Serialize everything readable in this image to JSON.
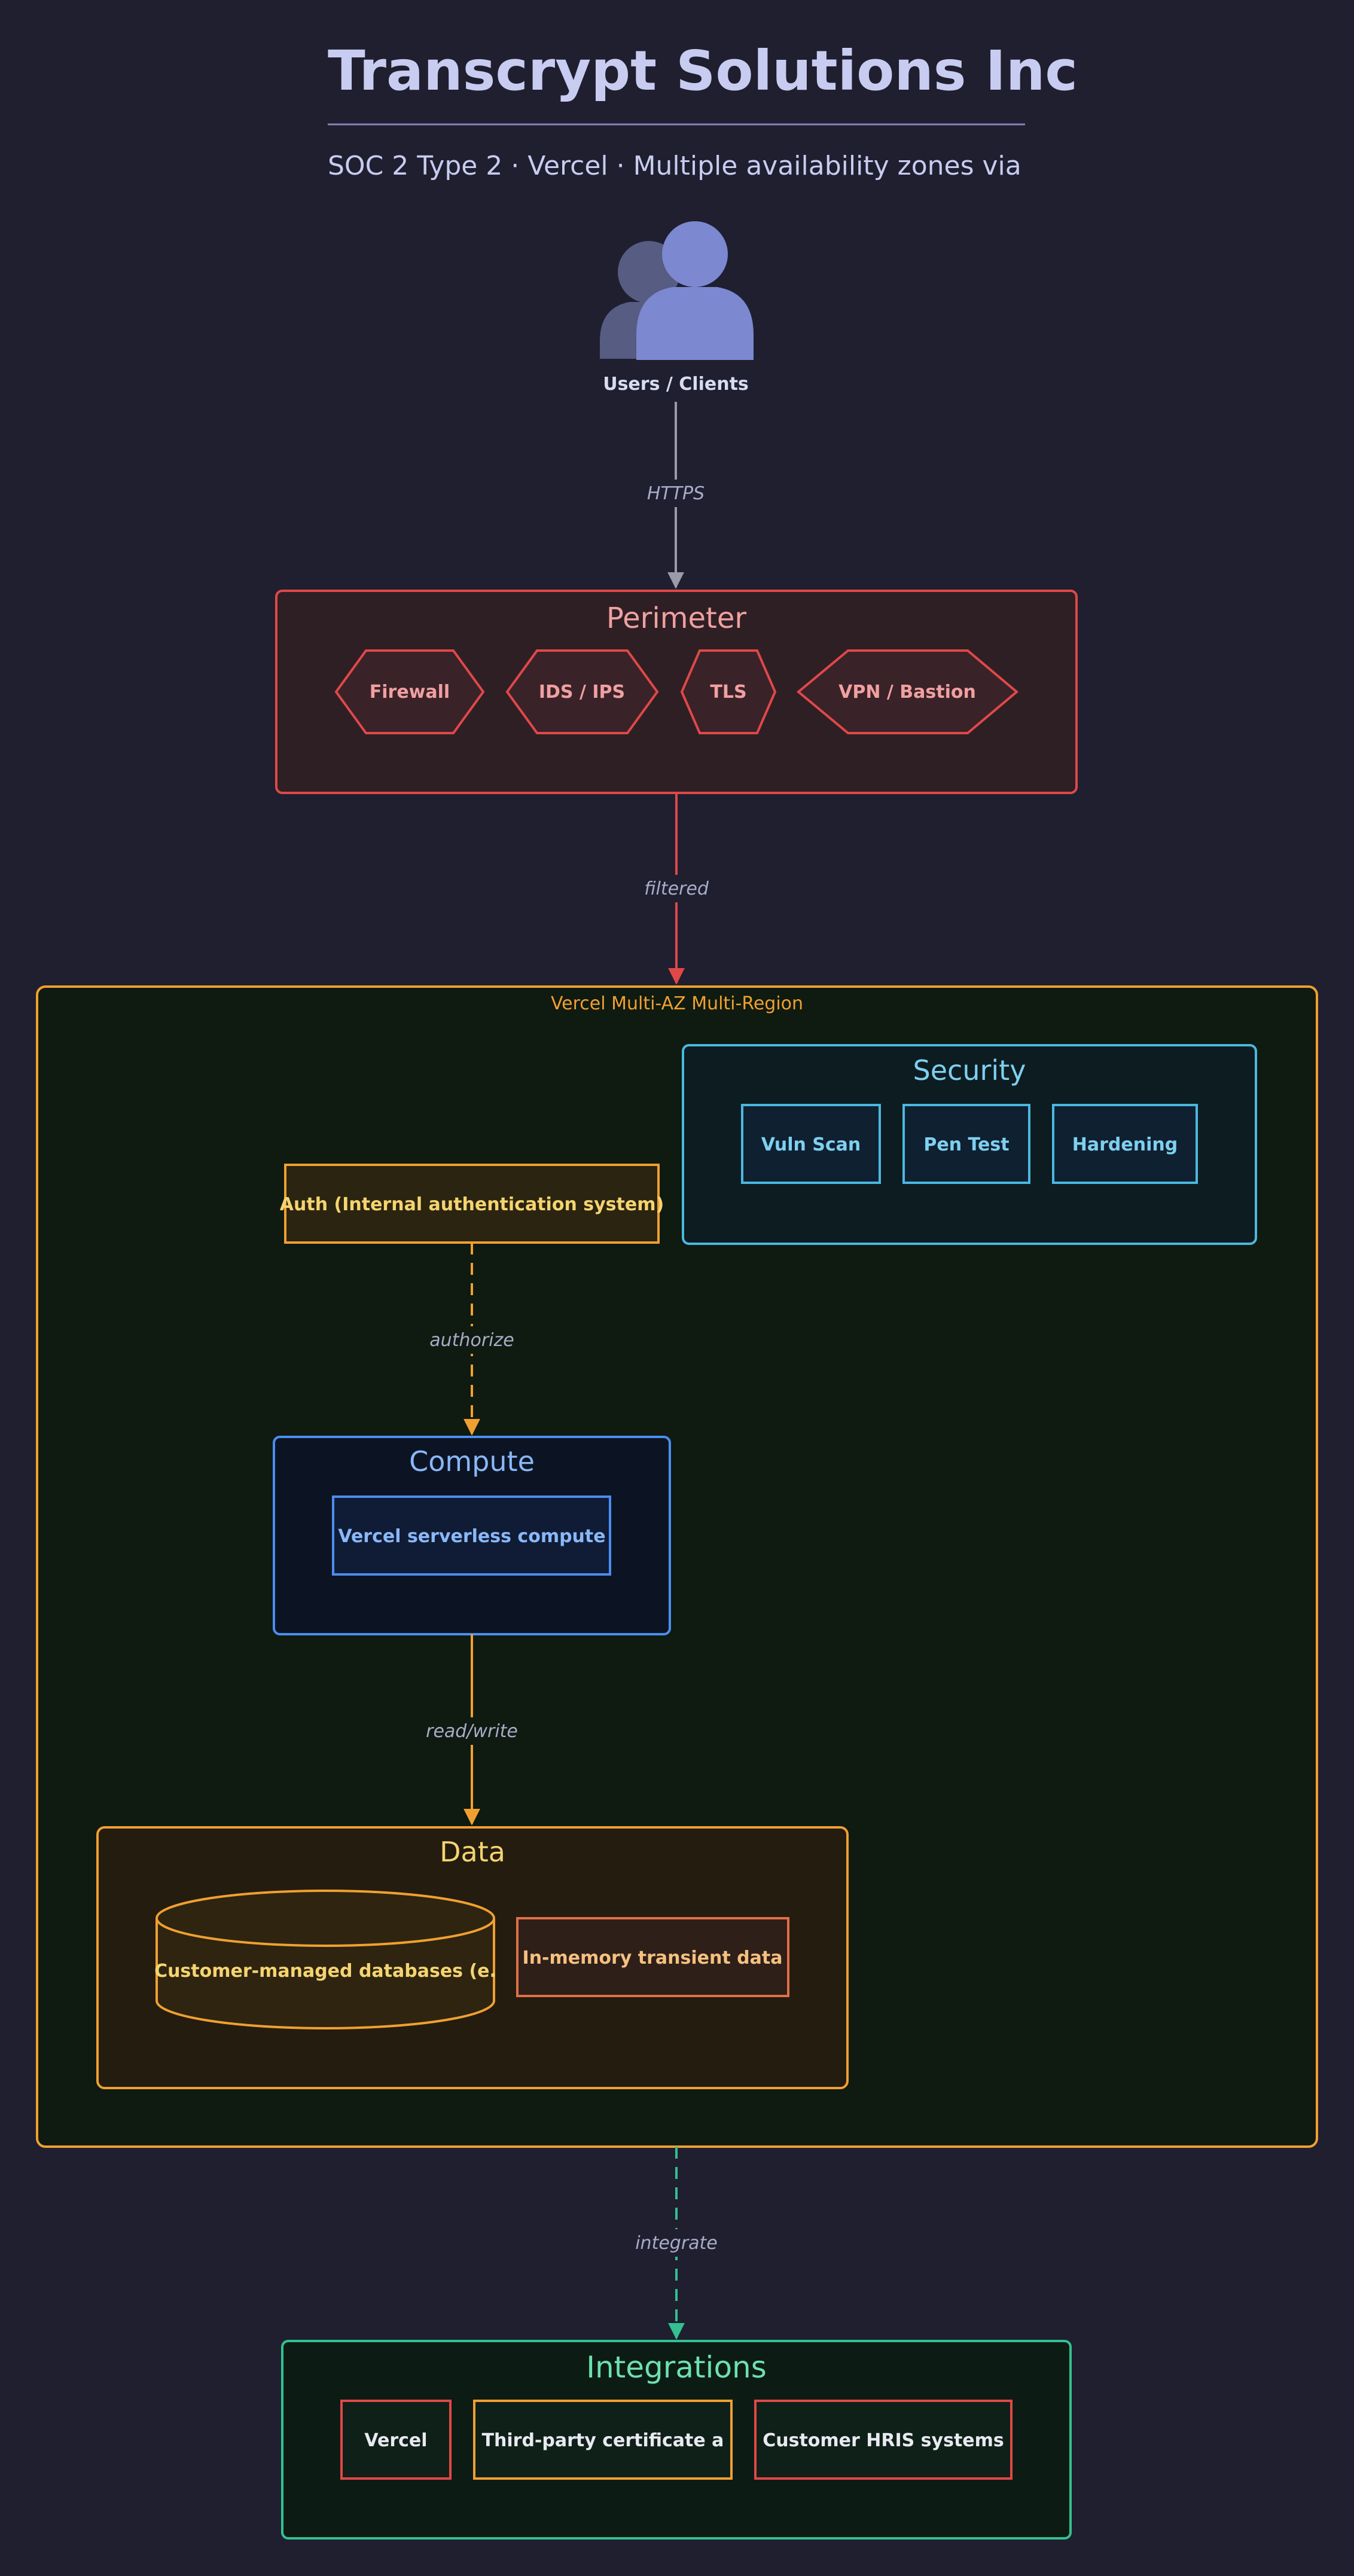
{
  "header": {
    "title": "Transcrypt Solutions Inc",
    "subtitle": "SOC 2 Type 2 · Vercel · Multiple availability zones via"
  },
  "users": {
    "label": "Users / Clients",
    "icon": "users-icon"
  },
  "edges": {
    "https": "HTTPS",
    "filtered": "filtered",
    "authorize": "authorize",
    "read_write": "read/write",
    "integrate": "integrate"
  },
  "perimeter": {
    "title": "Perimeter",
    "items": [
      "Firewall",
      "IDS / IPS",
      "TLS",
      "VPN / Bastion"
    ]
  },
  "region": {
    "title": "Vercel Multi-AZ Multi-Region"
  },
  "security": {
    "title": "Security",
    "items": [
      "Vuln Scan",
      "Pen Test",
      "Hardening"
    ]
  },
  "auth": {
    "label": "Auth (Internal authentication system)"
  },
  "compute": {
    "title": "Compute",
    "items": [
      "Vercel serverless compute"
    ]
  },
  "data": {
    "title": "Data",
    "database": "Customer-managed databases (e.",
    "cache": "In-memory transient data"
  },
  "integrations": {
    "title": "Integrations",
    "items": [
      "Vercel",
      "Third-party certificate a",
      "Customer HRIS systems"
    ]
  },
  "colors": {
    "background": "#1f1f30",
    "perimeter": "#e04848",
    "region": "#f0a030",
    "security": "#4ab8e0",
    "compute": "#4a8ef0",
    "data": "#f0a030",
    "integrations": "#34c090",
    "edge_neutral": "#9a9aa8"
  }
}
